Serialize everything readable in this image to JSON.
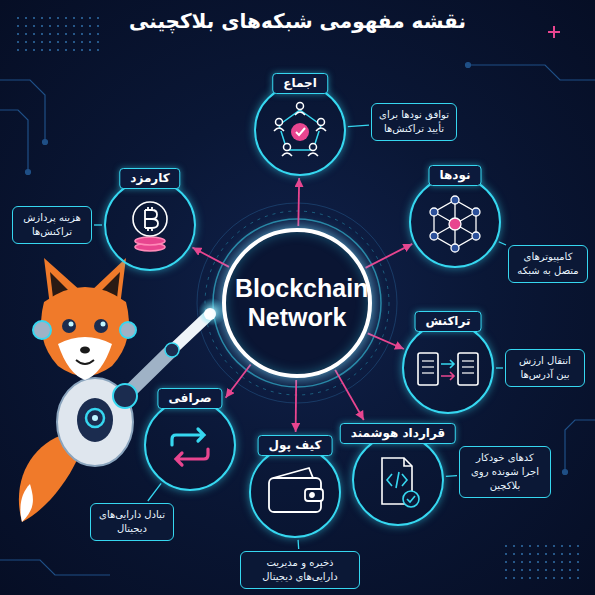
{
  "diagram": {
    "title": "نقشه مفهومی شبکه‌های بلاکچینی",
    "nodes": [
      {
        "text": [
          "Blockchain Network"
        ]
      },
      {
        "text": [
          "اجماع"
        ]
      },
      {
        "text": [
          "توافق نودها برای تأیید تراکنش‌ها"
        ]
      },
      {
        "text": [
          "نودها"
        ]
      },
      {
        "text": [
          "کامپیوترهای متصل به شبکه"
        ]
      },
      {
        "text": [
          "تراکنش"
        ]
      },
      {
        "text": [
          "انتقال ارزش بین آدرس‌ها"
        ]
      },
      {
        "text": [
          "قرارداد هوشمند"
        ]
      },
      {
        "text": [
          "کدهای خودکار اجرا شونده روی بلاکچین"
        ]
      },
      {
        "text": [
          "کیف پول"
        ]
      },
      {
        "text": [
          "ذخیره و مدیریت دارایی‌های دیجیتال"
        ]
      },
      {
        "text": [
          "صرافی"
        ]
      },
      {
        "text": [
          "تبادل دارایی‌های دیجیتال"
        ]
      },
      {
        "text": [
          "کارمزد"
        ]
      },
      {
        "text": [
          "هزینه پردازش تراکنش‌ها"
        ]
      }
    ],
    "edges": [
      {
        "from": 0,
        "to": 1,
        "arrow": "to"
      },
      {
        "from": 0,
        "to": 3,
        "arrow": "to"
      },
      {
        "from": 0,
        "to": 5,
        "arrow": "to"
      },
      {
        "from": 0,
        "to": 7,
        "arrow": "to"
      },
      {
        "from": 0,
        "to": 9,
        "arrow": "to"
      },
      {
        "from": 0,
        "to": 11,
        "arrow": "to"
      },
      {
        "from": 0,
        "to": 13,
        "arrow": "to"
      },
      {
        "from": 1,
        "to": 2,
        "arrow": "none"
      },
      {
        "from": 3,
        "to": 4,
        "arrow": "none"
      },
      {
        "from": 5,
        "to": 6,
        "arrow": "none"
      },
      {
        "from": 7,
        "to": 8,
        "arrow": "none"
      },
      {
        "from": 9,
        "to": 10,
        "arrow": "none"
      },
      {
        "from": 11,
        "to": 12,
        "arrow": "none"
      },
      {
        "from": 13,
        "to": 14,
        "arrow": "none"
      }
    ]
  }
}
